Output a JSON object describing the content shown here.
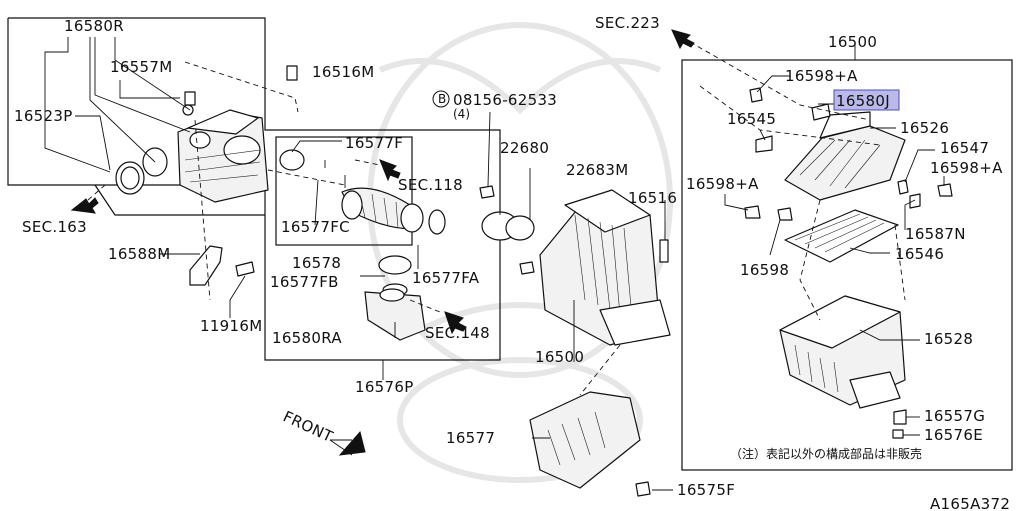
{
  "labels": {
    "p16580R": "16580R",
    "p16557M": "16557M",
    "p16516M": "16516M",
    "p16523P": "16523P",
    "p16577F": "16577F",
    "sec118": "SEC.118",
    "sec163": "SEC.163",
    "p16577FC": "16577FC",
    "p16578": "16578",
    "p16577FB": "16577FB",
    "p16577FA": "16577FA",
    "p16588M": "16588M",
    "p11916M": "11916M",
    "p16580RA": "16580RA",
    "sec148": "SEC.148",
    "p16576P": "16576P",
    "bolt": "08156-62533",
    "bolt_circle": "B",
    "bolt_qty": "(4)",
    "p22680": "22680",
    "p22683M": "22683M",
    "p16516": "16516",
    "p16500_center": "16500",
    "front": "FRONT",
    "p16577": "16577",
    "p16575F": "16575F",
    "sec223": "SEC.223",
    "p16500_box": "16500",
    "p16598A_top": "16598+A",
    "p16580J": "16580J",
    "p16545": "16545",
    "p16526": "16526",
    "p16547": "16547",
    "p16598A_right": "16598+A",
    "p16598A_left": "16598+A",
    "p16587N": "16587N",
    "p16598": "16598",
    "p16546": "16546",
    "p16528": "16528",
    "p16557G": "16557G",
    "p16576E": "16576E",
    "note": "（注）表記以外の構成部品は非販売",
    "figure_id": "A165A372"
  },
  "highlight_part": "16580J",
  "colors": {
    "highlight_fill": "#b9b9ea",
    "line": "#111111",
    "watermark": "#e6e6e6"
  }
}
